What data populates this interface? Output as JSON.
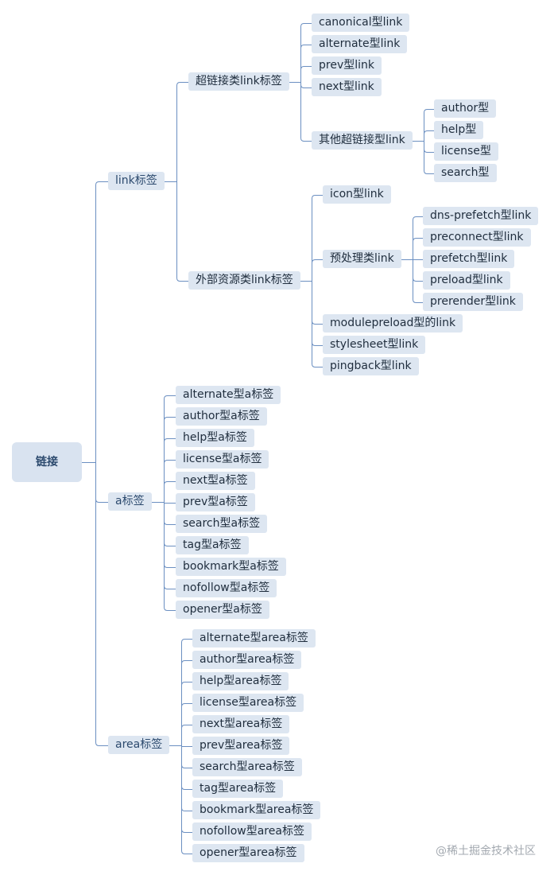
{
  "root": {
    "label": "链接",
    "children": [
      {
        "label": "link标签",
        "children": [
          {
            "label": "超链接类link标签",
            "children": [
              {
                "label": "canonical型link"
              },
              {
                "label": "alternate型link"
              },
              {
                "label": "prev型link"
              },
              {
                "label": "next型link"
              },
              {
                "label": "其他超链接型link",
                "children": [
                  {
                    "label": "author型"
                  },
                  {
                    "label": "help型"
                  },
                  {
                    "label": "license型"
                  },
                  {
                    "label": "search型"
                  }
                ]
              }
            ]
          },
          {
            "label": "外部资源类link标签",
            "children": [
              {
                "label": "icon型link"
              },
              {
                "label": "预处理类link",
                "children": [
                  {
                    "label": "dns-prefetch型link"
                  },
                  {
                    "label": "preconnect型link"
                  },
                  {
                    "label": "prefetch型link"
                  },
                  {
                    "label": "preload型link"
                  },
                  {
                    "label": "prerender型link"
                  }
                ]
              },
              {
                "label": "modulepreload型的link"
              },
              {
                "label": "stylesheet型link"
              },
              {
                "label": "pingback型link"
              }
            ]
          }
        ]
      },
      {
        "label": "a标签",
        "children": [
          {
            "label": "alternate型a标签"
          },
          {
            "label": "author型a标签"
          },
          {
            "label": "help型a标签"
          },
          {
            "label": "license型a标签"
          },
          {
            "label": "next型a标签"
          },
          {
            "label": "prev型a标签"
          },
          {
            "label": "search型a标签"
          },
          {
            "label": "tag型a标签"
          },
          {
            "label": "bookmark型a标签"
          },
          {
            "label": "nofollow型a标签"
          },
          {
            "label": "opener型a标签"
          }
        ]
      },
      {
        "label": "area标签",
        "children": [
          {
            "label": "alternate型area标签"
          },
          {
            "label": "author型area标签"
          },
          {
            "label": "help型area标签"
          },
          {
            "label": "license型area标签"
          },
          {
            "label": "next型area标签"
          },
          {
            "label": "prev型area标签"
          },
          {
            "label": "search型area标签"
          },
          {
            "label": "tag型area标签"
          },
          {
            "label": "bookmark型area标签"
          },
          {
            "label": "nofollow型area标签"
          },
          {
            "label": "opener型area标签"
          }
        ]
      }
    ]
  },
  "watermark": "@稀土掘金技术社区",
  "colors": {
    "node_fill": "#dde6f1",
    "connector": "#6b8fc1",
    "text": "#1f2d3d"
  }
}
